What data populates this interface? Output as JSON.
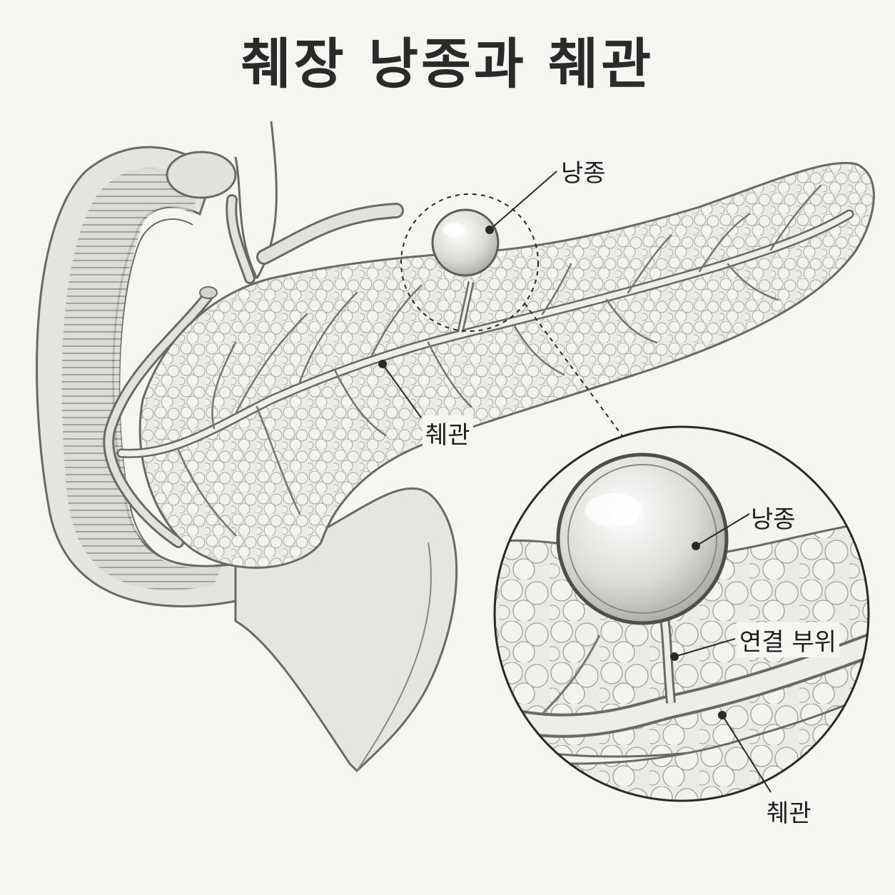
{
  "title": "췌장 낭종과 췌관",
  "labels": {
    "cyst_main": "낭종",
    "duct_main": "췌관",
    "cyst_zoom": "낭종",
    "connection_zoom": "연결 부위",
    "duct_zoom": "췌관"
  },
  "colors": {
    "background": "#f6f5f1",
    "ink": "#2a2a2a",
    "tissue": "#e9e8e3"
  }
}
